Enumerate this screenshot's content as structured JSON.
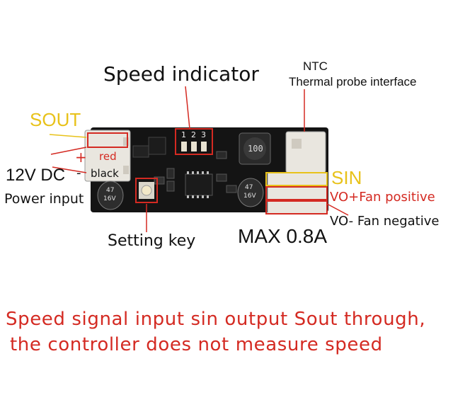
{
  "labels": {
    "speed_indicator": "Speed indicator",
    "ntc": "NTC",
    "thermal_probe": "Thermal probe interface",
    "sout": "SOUT",
    "plus": "+",
    "red_wire": "red",
    "minus": "-",
    "black_wire": "black",
    "voltage": "12V DC",
    "power_input": "Power input",
    "sin": "SIN",
    "vo_plus": "VO+Fan positive",
    "vo_minus": "VO- Fan negative",
    "setting_key": "Setting key",
    "max_current": "MAX 0.8A",
    "led_numbers": [
      "1",
      "2",
      "3"
    ],
    "cap_left": [
      "47",
      "16V"
    ],
    "cap_right": [
      "47",
      "16V"
    ],
    "inductor": "100"
  },
  "footer": {
    "line1": "Speed signal input sin output Sout through,",
    "line2": "the controller does not measure speed"
  },
  "colors": {
    "accent_yellow": "#e8c21a",
    "accent_red": "#d42a22",
    "pcb": "#141414"
  }
}
